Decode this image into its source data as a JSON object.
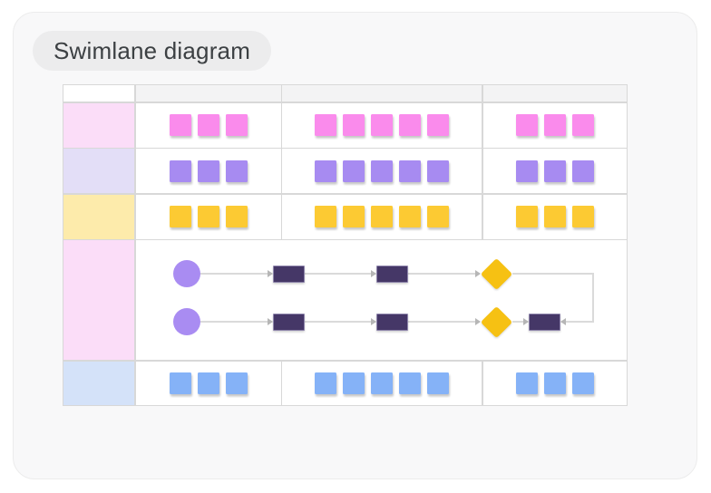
{
  "title": {
    "label": "Swimlane diagram"
  },
  "colors": {
    "card_background": "#f8f8f9",
    "card_border": "#ececec",
    "pill_background": "#ececed",
    "pill_text": "#3c4043",
    "grid_line": "#d8d8d8",
    "header_fill": "#f3f3f4"
  },
  "diagram": {
    "header_columns": 3,
    "lanes": [
      {
        "id": "pink",
        "type": "cards",
        "label_fill": "#fbddf8",
        "item_fill": "#fa8bec",
        "counts": [
          3,
          5,
          3
        ]
      },
      {
        "id": "purple",
        "type": "cards",
        "label_fill": "#e3def7",
        "item_fill": "#a78bf1",
        "counts": [
          3,
          5,
          3
        ]
      },
      {
        "id": "yellow",
        "type": "cards",
        "label_fill": "#fdebab",
        "item_fill": "#fcca33",
        "counts": [
          3,
          5,
          3
        ]
      },
      {
        "id": "flow",
        "type": "flow",
        "label_fill": "#fbddf8"
      },
      {
        "id": "blue",
        "type": "cards",
        "label_fill": "#d4e2f9",
        "item_fill": "#85b2f7",
        "counts": [
          3,
          5,
          3
        ]
      }
    ],
    "flow": {
      "tracks": [
        {
          "nodes": [
            "circle",
            "process",
            "process",
            "decision"
          ],
          "elbow_to_final": true
        },
        {
          "nodes": [
            "circle",
            "process",
            "process",
            "decision",
            "process"
          ]
        }
      ],
      "node_colors": {
        "circle": "#a98cf2",
        "process": "#453767",
        "process_border": "#8e85ab",
        "decision": "#f6c113",
        "connector": "#dadada",
        "arrow": "#b6b6b6"
      }
    }
  }
}
